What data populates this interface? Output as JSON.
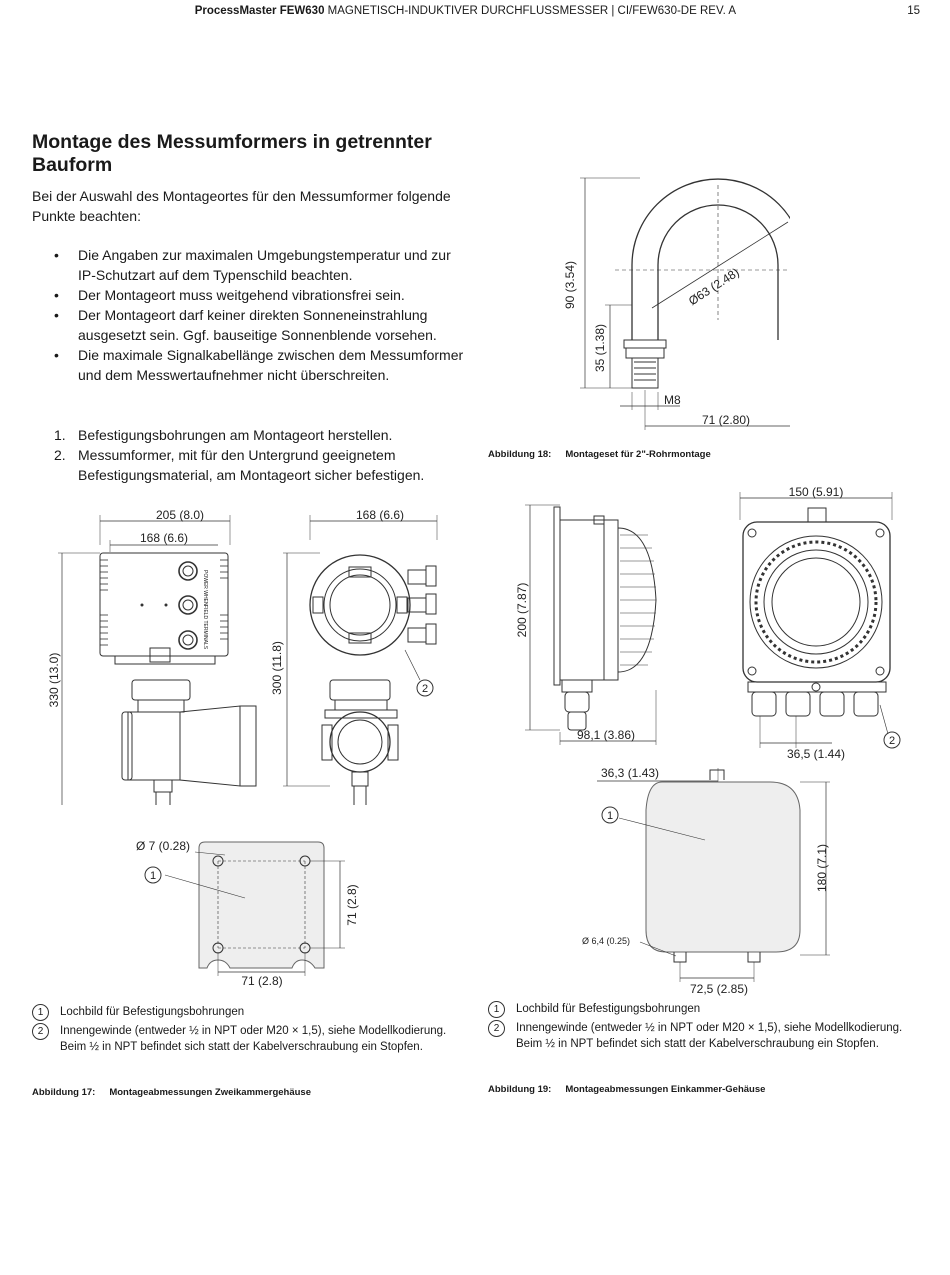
{
  "header": {
    "product": "ProcessMaster FEW630",
    "subtitle": "MAGNETISCH-INDUKTIVER DURCHFLUSSMESSER | CI/FEW630-DE REV. A",
    "page_number": "15"
  },
  "section": {
    "title": "Montage des Messumformers in getrennter Bauform",
    "intro": "Bei der Auswahl des Montageortes für den Messumformer folgende Punkte beachten:",
    "bullets": [
      "Die Angaben zur maximalen Umgebungstemperatur und zur IP-Schutzart auf dem Typenschild beachten.",
      "Der Montageort muss weitgehend vibrationsfrei sein.",
      "Der Montageort darf keiner direkten Sonneneinstrahlung ausgesetzt sein. Ggf. bauseitige Sonnenblende vorsehen.",
      "Die maximale Signalkabellänge zwischen dem Messumformer und dem Messwertaufnehmer nicht überschreiten."
    ],
    "steps": [
      {
        "num": "1.",
        "text": "Befestigungsbohrungen am Montageort herstellen."
      },
      {
        "num": "2.",
        "text": "Messumformer, mit für den Untergrund geeignetem Befestigungsmaterial, am Montageort sicher befestigen."
      }
    ]
  },
  "figure17": {
    "dims": {
      "w205": "205 (8.0)",
      "w168a": "168 (6.6)",
      "w168b": "168 (6.6)",
      "h330": "330 (13.0)",
      "h300": "300 (11.8)",
      "hole": "Ø 7 (0.28)",
      "h71": "71 (2.8)",
      "w71": "71 (2.8)"
    },
    "housing_labels": [
      "POWER WHEN",
      "FIELD TERMINALS"
    ],
    "callouts": [
      "1",
      "2"
    ],
    "legend": [
      {
        "num": "1",
        "text": "Lochbild für Befestigungsbohrungen"
      },
      {
        "num": "2",
        "text": "Innengewinde (entweder ½ in NPT oder M20 × 1,5), siehe Modellkodierung. Beim ½ in NPT befindet sich statt der Kabelverschraubung ein Stopfen."
      }
    ],
    "caption_label": "Abbildung 17:",
    "caption_text": "Montageabmessungen Zweikammergehäuse"
  },
  "figure18": {
    "dims": {
      "h90": "90 (3.54)",
      "h35": "35 (1.38)",
      "dia": "Ø63 (2.48)",
      "thread": "M8",
      "w71": "71 (2.80)"
    },
    "caption_label": "Abbildung 18:",
    "caption_text": "Montageset für 2\"-Rohrmontage"
  },
  "figure19": {
    "dims": {
      "w150": "150 (5.91)",
      "h200": "200 (7.87)",
      "w98": "98,1 (3.86)",
      "w36b": "36,5 (1.44)",
      "w36a": "36,3 (1.43)",
      "h180": "180 (7.1)",
      "hole": "Ø 6,4 (0.25)",
      "w72": "72,5 (2.85)"
    },
    "callouts": [
      "1",
      "2"
    ],
    "legend": [
      {
        "num": "1",
        "text": "Lochbild für Befestigungsbohrungen"
      },
      {
        "num": "2",
        "text": "Innengewinde (entweder ½ in NPT oder M20 × 1,5), siehe Modellkodierung. Beim ½ in NPT befindet sich statt der Kabelverschraubung ein Stopfen."
      }
    ],
    "caption_label": "Abbildung 19:",
    "caption_text": "Montageabmessungen Einkammer-Gehäuse"
  }
}
